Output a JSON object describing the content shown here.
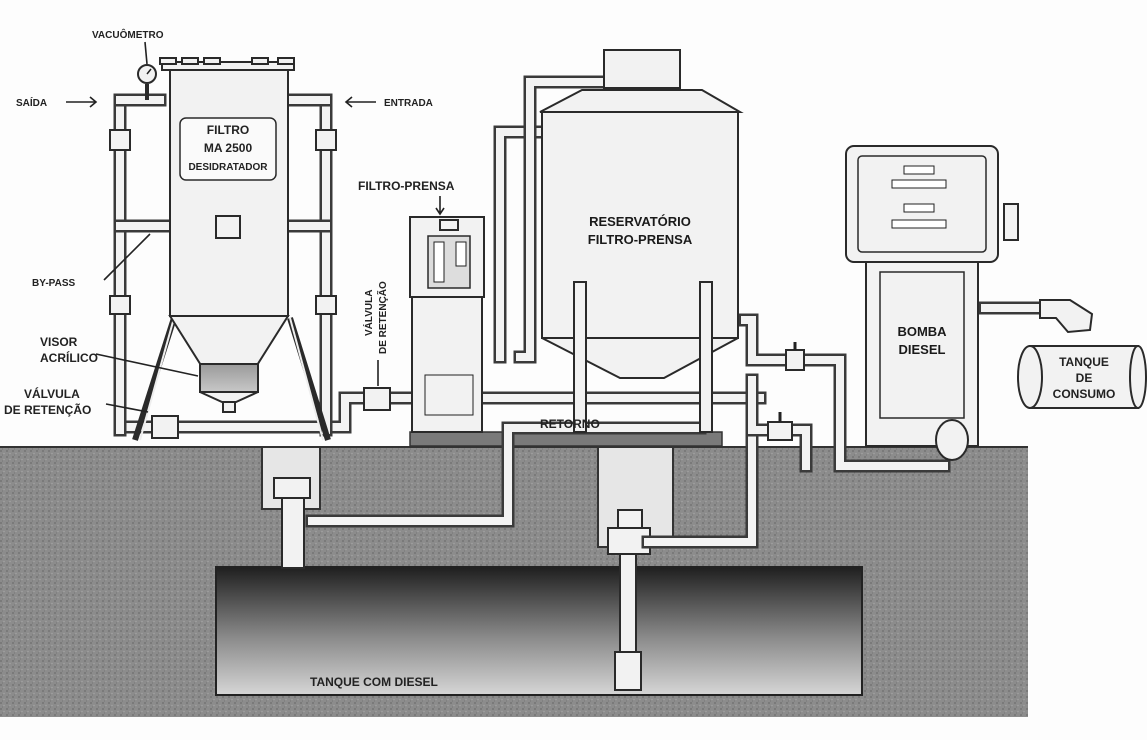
{
  "labels": {
    "vacuometro": "VACUÔMETRO",
    "saida": "SAÍDA",
    "entrada": "ENTRADA",
    "filtro_line1": "FILTRO",
    "filtro_line2": "MA 2500",
    "filtro_line3": "DESIDRATADOR",
    "by_pass": "BY-PASS",
    "visor_line1": "VISOR",
    "visor_line2": "ACRÍLICO",
    "valvula_ret_left_line1": "VÁLVULA",
    "valvula_ret_left_line2": "DE RETENÇÃO",
    "filtro_prensa": "FILTRO-PRENSA",
    "valvula_ret_vert_line1": "VÁLVULA",
    "valvula_ret_vert_line2": "DE RETENÇÃO",
    "reservatorio_line1": "RESERVATÓRIO",
    "reservatorio_line2": "FILTRO-PRENSA",
    "retorno": "RETORNO",
    "bomba_line1": "BOMBA",
    "bomba_line2": "DIESEL",
    "tanque_consumo_line1": "TANQUE",
    "tanque_consumo_line2": "DE",
    "tanque_consumo_line3": "CONSUMO",
    "tanque_diesel": "TANQUE COM DIESEL"
  },
  "colors": {
    "ground": "#8a8a8a",
    "tank_dark": "#2e2e2e",
    "tank_light": "#cfcfcf",
    "line": "#2a2a2a",
    "paper": "#fdfdfd"
  }
}
